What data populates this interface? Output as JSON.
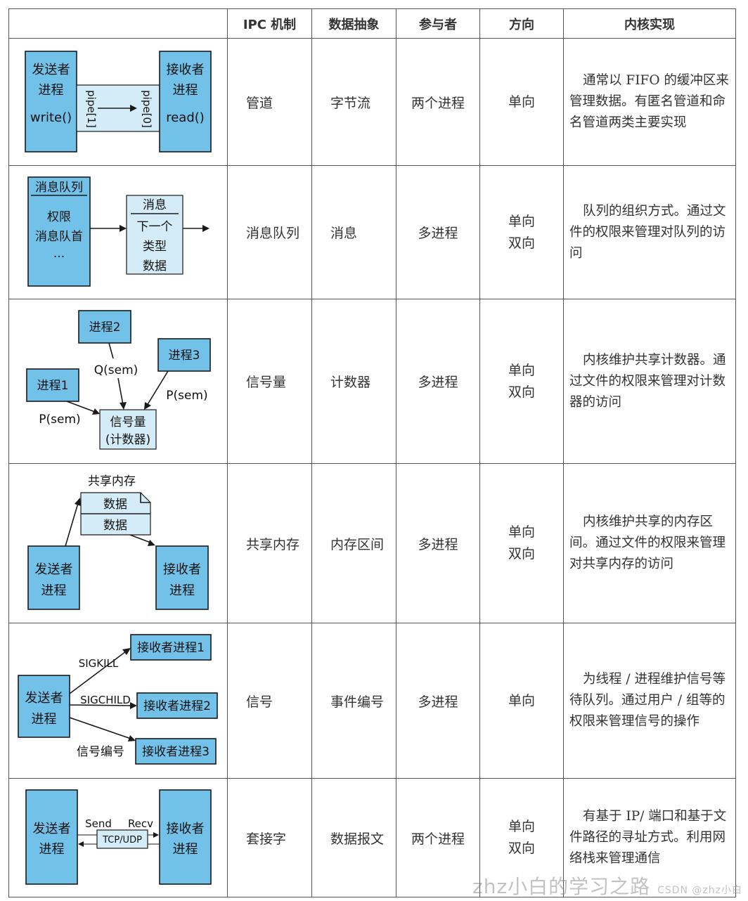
{
  "header": {
    "col0": "",
    "col1": "IPC 机制",
    "col2": "数据抽象",
    "col3": "参与者",
    "col4": "方向",
    "col5": "内核实现"
  },
  "rows": [
    {
      "mechanism": "管道",
      "data": "字节流",
      "participants": "两个进程",
      "direction": [
        "单向"
      ],
      "impl": "通常以 FIFO 的缓冲区来管理数据。有匿名管道和命名管道两类主要实现",
      "diagram": {
        "sender": [
          "发送者",
          "进程",
          "write()"
        ],
        "receiver": [
          "接收者",
          "进程",
          "read()"
        ],
        "pipe_in": "pipe[1]",
        "pipe_out": "pipe[0]"
      }
    },
    {
      "mechanism": "消息队列",
      "data": "消息",
      "participants": "多进程",
      "direction": [
        "单向",
        "双向"
      ],
      "impl": "队列的组织方式。通过文件的权限来管理对队列的访问",
      "diagram": {
        "queue_title": "消息队列",
        "queue_items": [
          "权限",
          "消息队首",
          "..."
        ],
        "msg_title": "消息",
        "msg_items": [
          "下一个",
          "类型",
          "数据"
        ]
      }
    },
    {
      "mechanism": "信号量",
      "data": "计数器",
      "participants": "多进程",
      "direction": [
        "单向",
        "双向"
      ],
      "impl": "内核维护共享计数器。通过文件的权限来管理对计数器的访问",
      "diagram": {
        "p2": "进程2",
        "p3": "进程3",
        "p1": "进程1",
        "q_sem": "Q(sem)",
        "p_sem_right": "P(sem)",
        "p_sem_left": "P(sem)",
        "sem_box": [
          "信号量",
          "(计数器)"
        ]
      }
    },
    {
      "mechanism": "共享内存",
      "data": "内存区间",
      "participants": "多进程",
      "direction": [
        "单向",
        "双向"
      ],
      "impl": "内核维护共享的内存区间。通过文件的权限来管理对共享内存的访问",
      "diagram": {
        "title": "共享内存",
        "blocks": [
          "数据",
          "数据"
        ],
        "sender": [
          "发送者",
          "进程"
        ],
        "receiver": [
          "接收者",
          "进程"
        ]
      }
    },
    {
      "mechanism": "信号",
      "data": "事件编号",
      "participants": "多进程",
      "direction": [
        "单向"
      ],
      "impl": "为线程 / 进程维护信号等待队列。通过用户 / 组等的权限来管理信号的操作",
      "diagram": {
        "sender": [
          "发送者",
          "进程"
        ],
        "receivers": [
          "接收者进程1",
          "接收者进程2",
          "接收者进程3"
        ],
        "labels": [
          "SIGKILL",
          "SIGCHILD",
          "信号编号"
        ]
      }
    },
    {
      "mechanism": "套接字",
      "data": "数据报文",
      "participants": "两个进程",
      "direction": [
        "单向",
        "双向"
      ],
      "impl": "有基于 IP/ 端口和基于文件路径的寻址方式。利用网络栈来管理通信",
      "diagram": {
        "sender": [
          "发送者",
          "进程"
        ],
        "receiver": [
          "接收者",
          "进程"
        ],
        "send": "Send",
        "recv": "Recv",
        "proto": "TCP/UDP"
      }
    }
  ],
  "watermark": {
    "text": "zhz小白的学习之路",
    "csdn": "CSDN @zhz小白"
  }
}
